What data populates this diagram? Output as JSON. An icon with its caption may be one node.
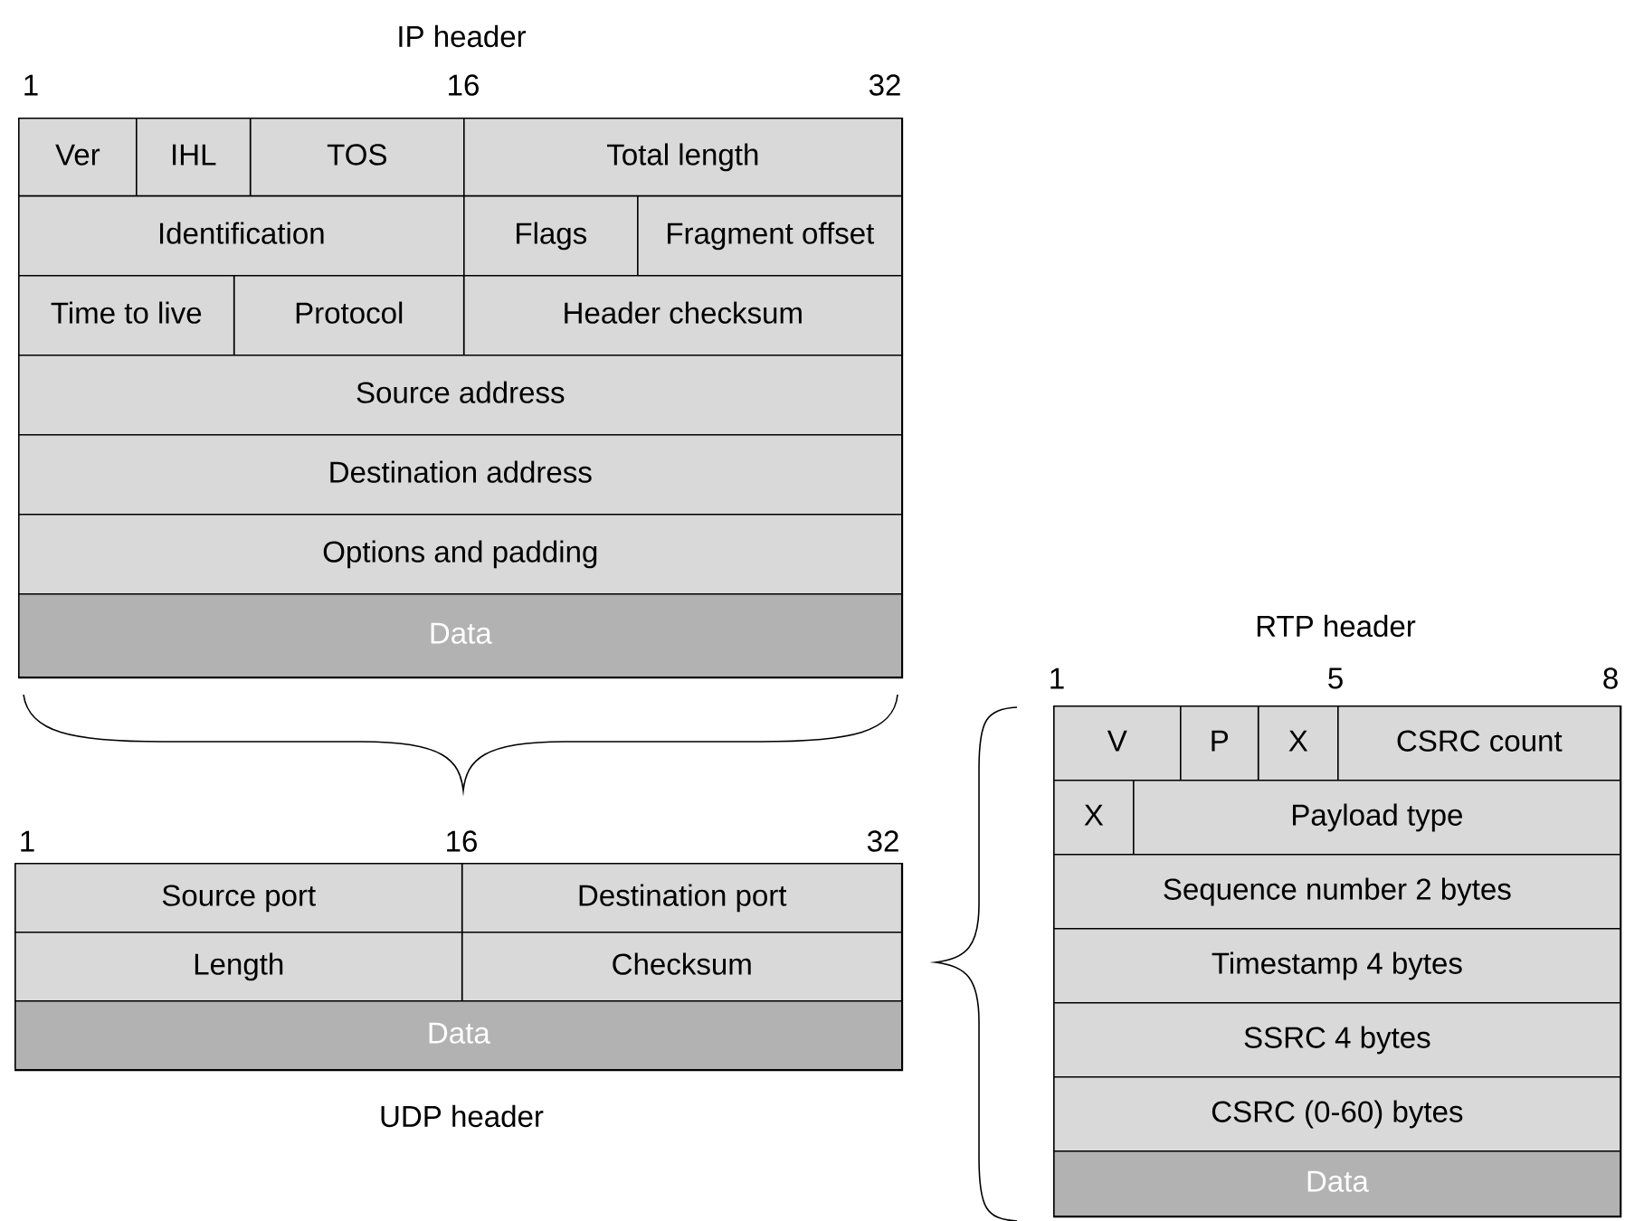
{
  "diagram": {
    "nodes": [
      {
        "text": [
          "IP header"
        ]
      },
      {
        "text": [
          "Ver"
        ],
        "in": 0
      },
      {
        "text": [
          "IHL"
        ],
        "in": 0
      },
      {
        "text": [
          "TOS"
        ],
        "in": 0
      },
      {
        "text": [
          "Total length"
        ],
        "in": 0
      },
      {
        "text": [
          "Identification"
        ],
        "in": 0
      },
      {
        "text": [
          "Flags"
        ],
        "in": 0
      },
      {
        "text": [
          "Fragment offset"
        ],
        "in": 0
      },
      {
        "text": [
          "Time to live"
        ],
        "in": 0
      },
      {
        "text": [
          "Protocol"
        ],
        "in": 0
      },
      {
        "text": [
          "Header checksum"
        ],
        "in": 0
      },
      {
        "text": [
          "Source address"
        ],
        "in": 0
      },
      {
        "text": [
          "Destination address"
        ],
        "in": 0
      },
      {
        "text": [
          "Options and padding"
        ],
        "in": 0
      },
      {
        "text": [
          "Data"
        ],
        "in": 0
      },
      {
        "text": [
          "UDP header"
        ]
      },
      {
        "text": [
          "Source port"
        ],
        "in": 15
      },
      {
        "text": [
          "Destination port"
        ],
        "in": 15
      },
      {
        "text": [
          "Length"
        ],
        "in": 15
      },
      {
        "text": [
          "Checksum"
        ],
        "in": 15
      },
      {
        "text": [
          "Data"
        ],
        "in": 15
      },
      {
        "text": [
          "RTP header"
        ]
      },
      {
        "text": [
          "V"
        ],
        "in": 21
      },
      {
        "text": [
          "P"
        ],
        "in": 21
      },
      {
        "text": [
          "X"
        ],
        "in": 21
      },
      {
        "text": [
          "CSRC count"
        ],
        "in": 21
      },
      {
        "text": [
          "X"
        ],
        "in": 21
      },
      {
        "text": [
          "Payload type"
        ],
        "in": 21
      },
      {
        "text": [
          "Sequence number 2 bytes"
        ],
        "in": 21
      },
      {
        "text": [
          "Timestamp 4 bytes"
        ],
        "in": 21
      },
      {
        "text": [
          "SSRC 4 bytes"
        ],
        "in": 21
      },
      {
        "text": [
          "CSRC (0-60) bytes"
        ],
        "in": 21
      },
      {
        "text": [
          "Data"
        ],
        "in": 21
      }
    ],
    "labels": [
      "1",
      "16",
      "32",
      "1",
      "16",
      "32",
      "1",
      "5",
      "8"
    ]
  }
}
